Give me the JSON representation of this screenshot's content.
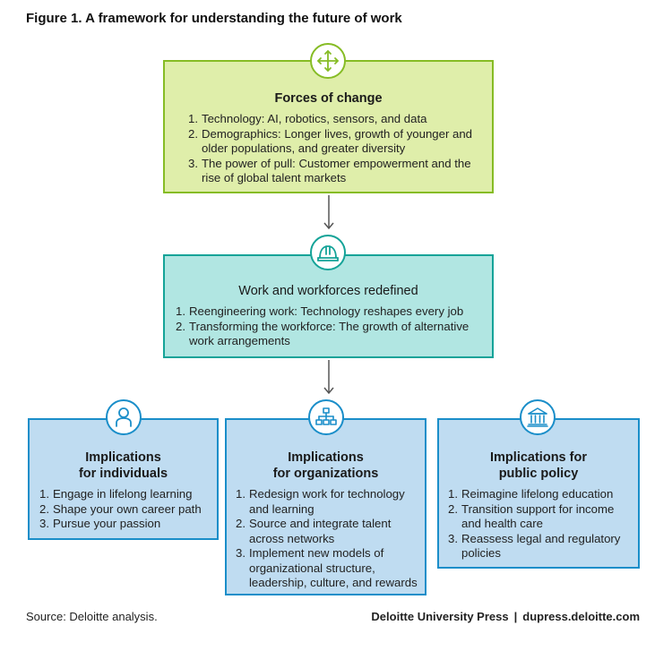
{
  "figure_title": "Figure 1. A framework for understanding the future of work",
  "forces": {
    "icon": "move-arrows-icon",
    "title": "Forces of change",
    "items": [
      {
        "num": "1.",
        "text": "Technology: AI, robotics, sensors, and data"
      },
      {
        "num": "2.",
        "text": "Demographics: Longer lives, growth of younger and older populations, and greater diversity"
      },
      {
        "num": "3.",
        "text": "The power of pull: Customer empowerment and the rise of global talent markets"
      }
    ],
    "color": "#86bc25"
  },
  "work": {
    "icon": "hard-hat-icon",
    "title": "Work and workforces redefined",
    "items": [
      {
        "num": "1.",
        "text": "Reengineering work: Technology reshapes every job"
      },
      {
        "num": "2.",
        "text": "Transforming the workforce: The growth of alternative work arrangements"
      }
    ],
    "color": "#14a398"
  },
  "individuals": {
    "icon": "person-icon",
    "title_line1": "Implications",
    "title_line2": "for individuals",
    "items": [
      {
        "num": "1.",
        "text": "Engage in lifelong learning"
      },
      {
        "num": "2.",
        "text": "Shape your own career path"
      },
      {
        "num": "3.",
        "text": "Pursue your passion"
      }
    ]
  },
  "organizations": {
    "icon": "org-chart-icon",
    "title_line1": "Implications",
    "title_line2": "for organizations",
    "items": [
      {
        "num": "1.",
        "text": "Redesign work for technology and learning"
      },
      {
        "num": "2.",
        "text": "Source and integrate talent across networks"
      },
      {
        "num": "3.",
        "text": "Implement new models of organizational structure, leadership, culture, and rewards"
      }
    ]
  },
  "policy": {
    "icon": "government-building-icon",
    "title_line1": "Implications for",
    "title_line2": "public policy",
    "items": [
      {
        "num": "1.",
        "text": "Reimagine lifelong education"
      },
      {
        "num": "2.",
        "text": "Transition support for income and health care"
      },
      {
        "num": "3.",
        "text": "Reassess legal and regulatory policies"
      }
    ]
  },
  "implications_color": "#1a8ec9",
  "footer": {
    "source": "Source: Deloitte analysis.",
    "publisher": "Deloitte University Press",
    "separator": "|",
    "site": "dupress.deloitte.com"
  }
}
